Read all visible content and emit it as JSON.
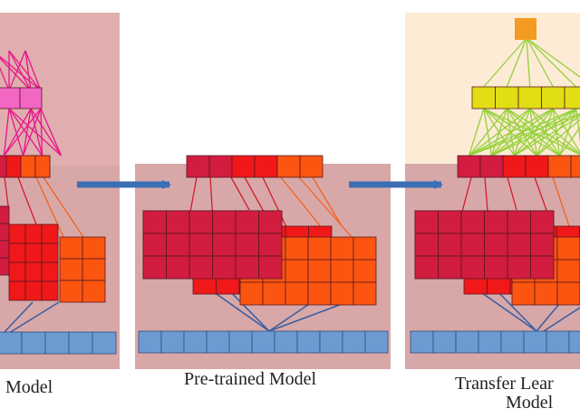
{
  "labels": {
    "left": "Model",
    "middle": "Pre-trained Model",
    "right_line1": "Transfer Lear",
    "right_line2": "Model"
  },
  "colors": {
    "panel": "#d8a8a8",
    "panel_top_left": "#e0aeae",
    "panel_top_right": "#fdebd6",
    "arrow": "#3a6fb4",
    "output_node": "#f39a20",
    "yellow_layer": "#e2de14",
    "pink_layer": "#f266c4",
    "magenta_line": "#e8158c",
    "green_line": "#94d23a",
    "red_line": "#d41c2c",
    "orange_line": "#f06222",
    "blue_line": "#3a5ea2",
    "input_layer": "#6b9bd1",
    "crimson": "#d21c40",
    "red": "#f01818",
    "orange": "#fb5510"
  }
}
